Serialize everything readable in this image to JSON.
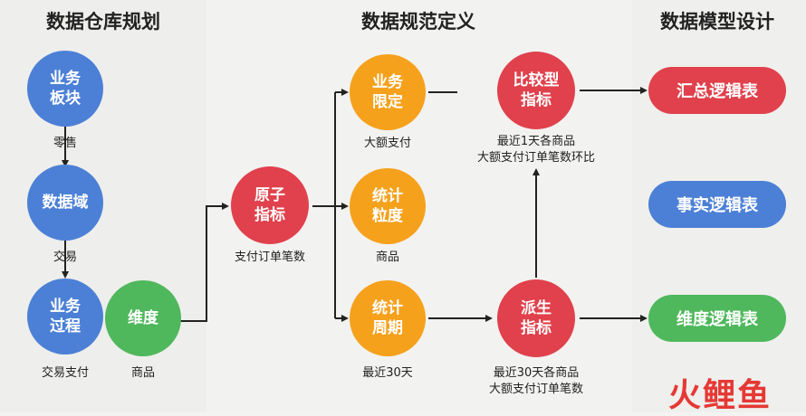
{
  "headings": {
    "left": "数据仓库规划",
    "middle": "数据规范定义",
    "right": "数据模型设计"
  },
  "nodes": {
    "business_sector": "业务\n板块",
    "data_domain": "数据域",
    "business_process": "业务\n过程",
    "dimension": "维度",
    "atomic_metric": "原子\n指标",
    "business_scope": "业务\n限定",
    "stat_granularity": "统计\n粒度",
    "stat_period": "统计\n周期",
    "comparative_metric": "比较型\n指标",
    "derived_metric": "派生\n指标",
    "summary_table": "汇总逻辑表",
    "fact_table": "事实逻辑表",
    "dimension_table": "维度逻辑表"
  },
  "captions": {
    "retail": "零售",
    "trade": "交易",
    "trade_payment": "交易支付",
    "product": "商品",
    "payment_order_count": "支付订单笔数",
    "large_payment": "大额支付",
    "granularity_product": "商品",
    "last_30_days": "最近30天",
    "comparative_desc": "最近1天各商品\n大额支付订单笔数环比",
    "derived_desc": "最近30天各商品\n大额支付订单笔数"
  },
  "logo_text": "火鲤鱼",
  "colors": {
    "blue": "#4c80d6",
    "green": "#4fb85c",
    "red": "#e0414c",
    "orange": "#f5a11c"
  }
}
